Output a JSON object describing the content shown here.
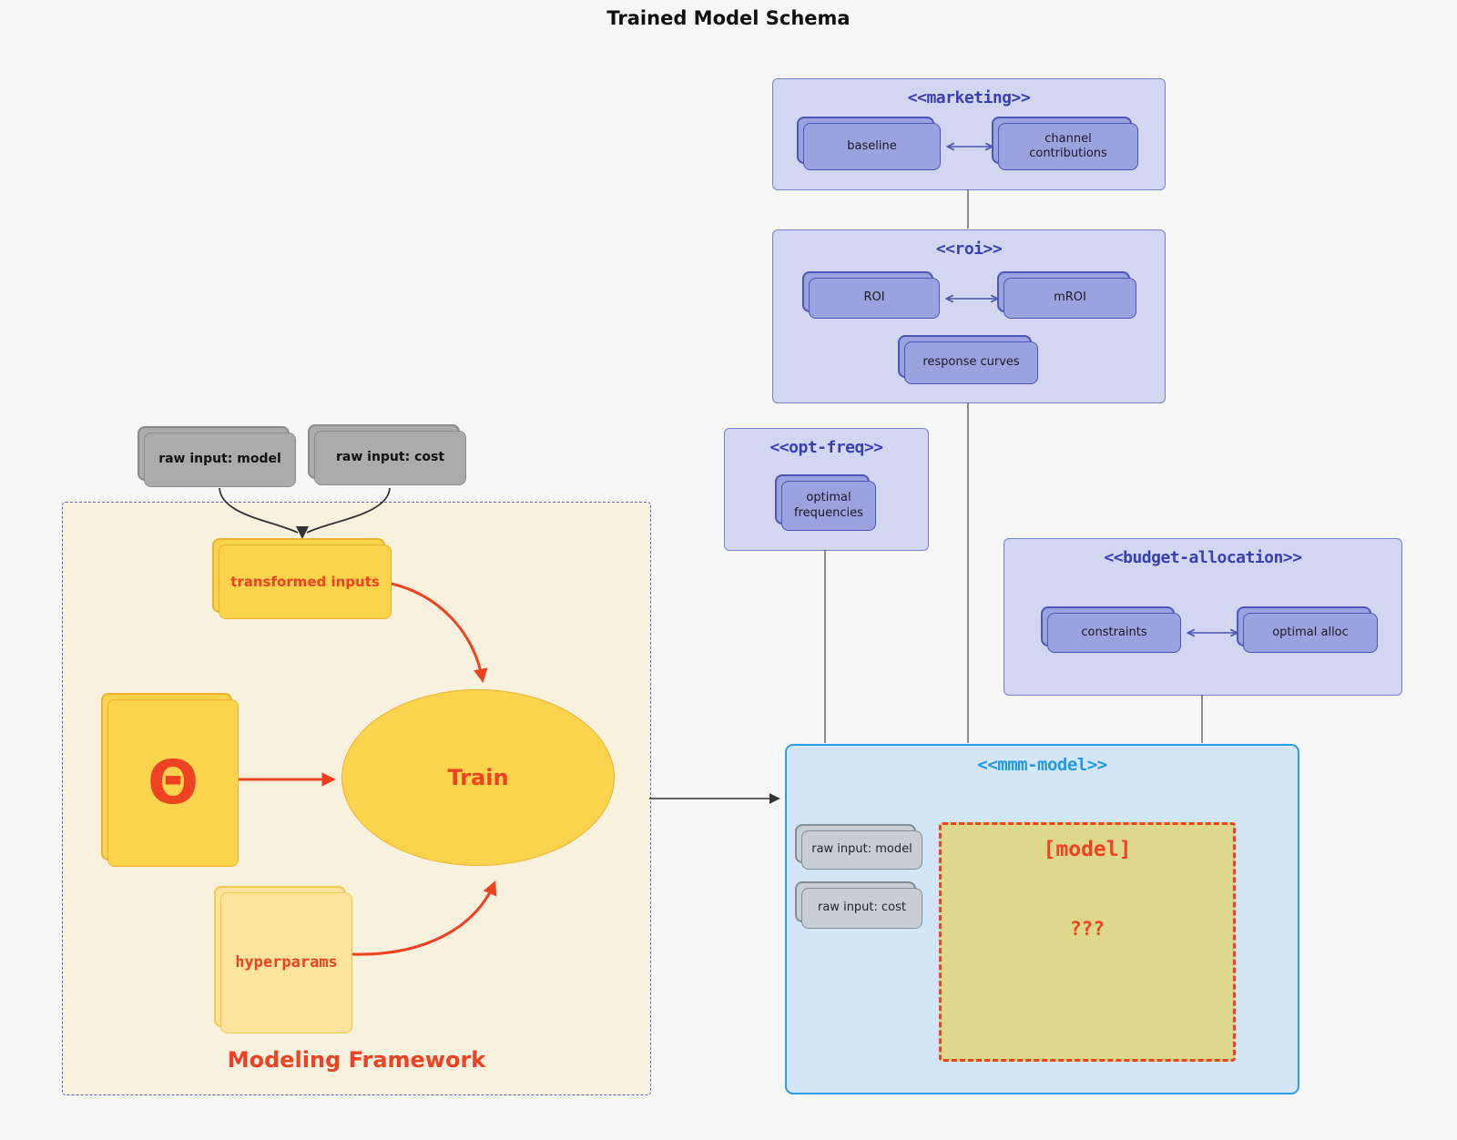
{
  "title": "Trained Model Schema",
  "framework": {
    "label": "Modeling Framework",
    "inputs": {
      "model": "raw input: model",
      "cost": "raw input: cost"
    },
    "nodes": {
      "transformed": "transformed inputs",
      "theta": "Θ",
      "train": "Train",
      "hyperparams": "hyperparams"
    }
  },
  "groups": {
    "marketing": {
      "title": "<<marketing>>",
      "baseline": "baseline",
      "channel": "channel contributions"
    },
    "roi": {
      "title": "<<roi>>",
      "roi": "ROI",
      "mroi": "mROI",
      "response": "response curves"
    },
    "opt_freq": {
      "title": "<<opt-freq>>",
      "frequencies": "optimal frequencies"
    },
    "budget": {
      "title": "<<budget-allocation>>",
      "constraints": "constraints",
      "alloc": "optimal alloc"
    },
    "mmm": {
      "title": "<<mmm-model>>",
      "raw_model": "raw input: model",
      "raw_cost": "raw input: cost",
      "model_tag": "[model]",
      "unknown": "???"
    }
  },
  "colors": {
    "background": "#f7f7f7",
    "purple_group_fill": "#d2d6f0",
    "purple_group_border": "#7a80cc",
    "purple_node_fill": "#9ba2e0",
    "purple_node_border": "#4c55b8",
    "indigo_title_text": "#383fb5",
    "blue_group_fill": "#d3e6f8",
    "blue_group_border": "#2d9ce8",
    "blue_title_text": "#2499e3",
    "cream_fill": "#f8f1de",
    "cream_border_dashed": "#5e65c9",
    "yellow_fill": "#fbd34d",
    "yellow_border": "#eeb02e",
    "yellow_light_fill": "#fce49c",
    "gray_fill": "#ababab",
    "gray_light_fill": "#c7ced6",
    "khaki_fill": "#ded88f",
    "red_accent": "#ee4223",
    "line_gray": "#555555"
  }
}
